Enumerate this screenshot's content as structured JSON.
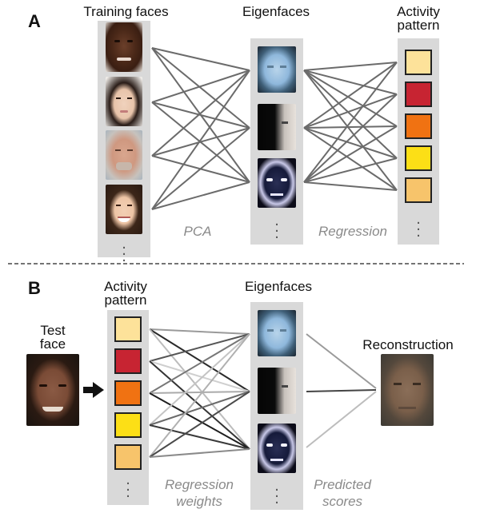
{
  "panel_a": {
    "letter": "A",
    "training_title": "Training faces",
    "eigen_title": "Eigenfaces",
    "activity_title_line1": "Activity",
    "activity_title_line2": "pattern",
    "pca_label": "PCA",
    "regression_label": "Regression",
    "activity_colors": [
      "#fde29a",
      "#c72432",
      "#f07212",
      "#fcdf16",
      "#f7c46b"
    ]
  },
  "panel_b": {
    "letter": "B",
    "test_line1": "Test",
    "test_line2": "face",
    "activity_title_line1": "Activity",
    "activity_title_line2": "pattern",
    "eigen_title": "Eigenfaces",
    "reconstruction_title": "Reconstruction",
    "regweights_line1": "Regression",
    "regweights_line2": "weights",
    "predicted_line1": "Predicted",
    "predicted_line2": "scores",
    "activity_colors": [
      "#fde29a",
      "#c72432",
      "#f07212",
      "#fcdf16",
      "#f7c46b"
    ]
  }
}
